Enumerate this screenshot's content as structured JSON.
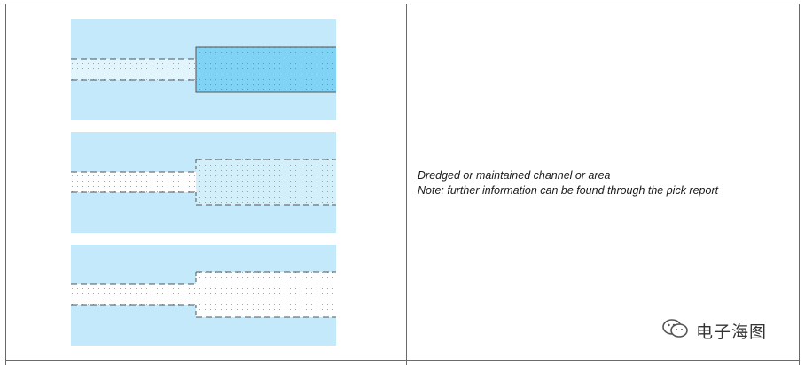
{
  "description": {
    "line1": "Dredged or maintained channel or area",
    "line2": "Note: further information can be found through the pick report"
  },
  "watermark": {
    "text": "电子海图"
  },
  "colors": {
    "water": "#c4e9fa",
    "dredged_fill": "#80d3f4",
    "light_fill": "#e2f4fc",
    "white_fill": "#ffffff",
    "rule": "#6a6a6a",
    "dash": "#555555"
  },
  "symbols": [
    {
      "name": "channel-solid-boundary",
      "style": "solid-filled"
    },
    {
      "name": "channel-dashed-tinted",
      "style": "dashed-tinted"
    },
    {
      "name": "channel-dashed-white",
      "style": "dashed-white"
    }
  ]
}
